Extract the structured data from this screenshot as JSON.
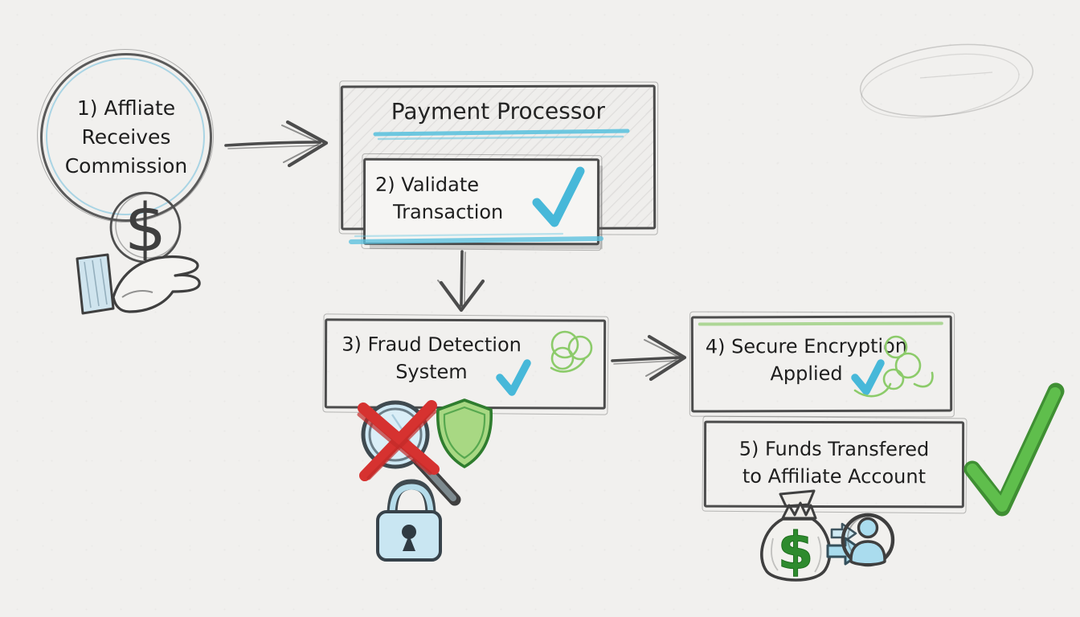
{
  "nodes": {
    "step1": {
      "lines": [
        "1) Affliate",
        "Receives",
        "Commission"
      ]
    },
    "payment_processor": {
      "title": "Payment Processor"
    },
    "step2": {
      "lines": [
        "2) Validate",
        "Transaction"
      ]
    },
    "step3": {
      "lines": [
        "3) Fraud Detection",
        "System"
      ]
    },
    "step4": {
      "lines": [
        "4) Secure Encryption",
        "Applied"
      ]
    },
    "step5": {
      "lines": [
        "5) Funds Transfered",
        "to Affiliate Account"
      ]
    }
  },
  "icons": {
    "dollar_sign": "$",
    "checkmark": "✓",
    "coin": "dollar-in-circle",
    "hand": "open-palm-hand",
    "magnifier": "magnifying-glass-with-red-x",
    "shield": "green-shield",
    "lock": "blue-padlock",
    "money_bag": "money-bag-with-dollar",
    "person": "person-avatar-in-circle",
    "transfer_arrows": "double-block-arrows-right",
    "scribble": "green-scribble-loops",
    "pencil_ellipse": "faint-pencil-ellipse"
  },
  "colors": {
    "paper": "#f1f0ee",
    "ink": "#3f3f3f",
    "accent_blue": "#47b8d9",
    "fill_blue": "#c9e6f2",
    "accent_green": "#5fbe4c",
    "scribble_green": "#8ccb6a",
    "shield_green": "#a8d883",
    "error_red": "#d63230"
  }
}
